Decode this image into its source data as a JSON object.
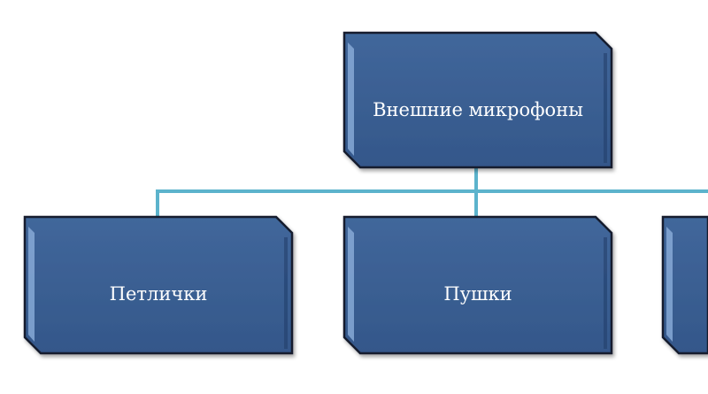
{
  "diagram": {
    "root": {
      "label": "Внешние микрофоны"
    },
    "children": [
      {
        "label": "Петлички"
      },
      {
        "label": "Пушки"
      },
      {
        "label": ""
      }
    ]
  },
  "colors": {
    "box_fill": "#3a5f92",
    "box_border": "#121d2e",
    "box_highlight": "#7fa3d1",
    "box_shade": "#23406b",
    "connector": "#5cb3cc"
  }
}
